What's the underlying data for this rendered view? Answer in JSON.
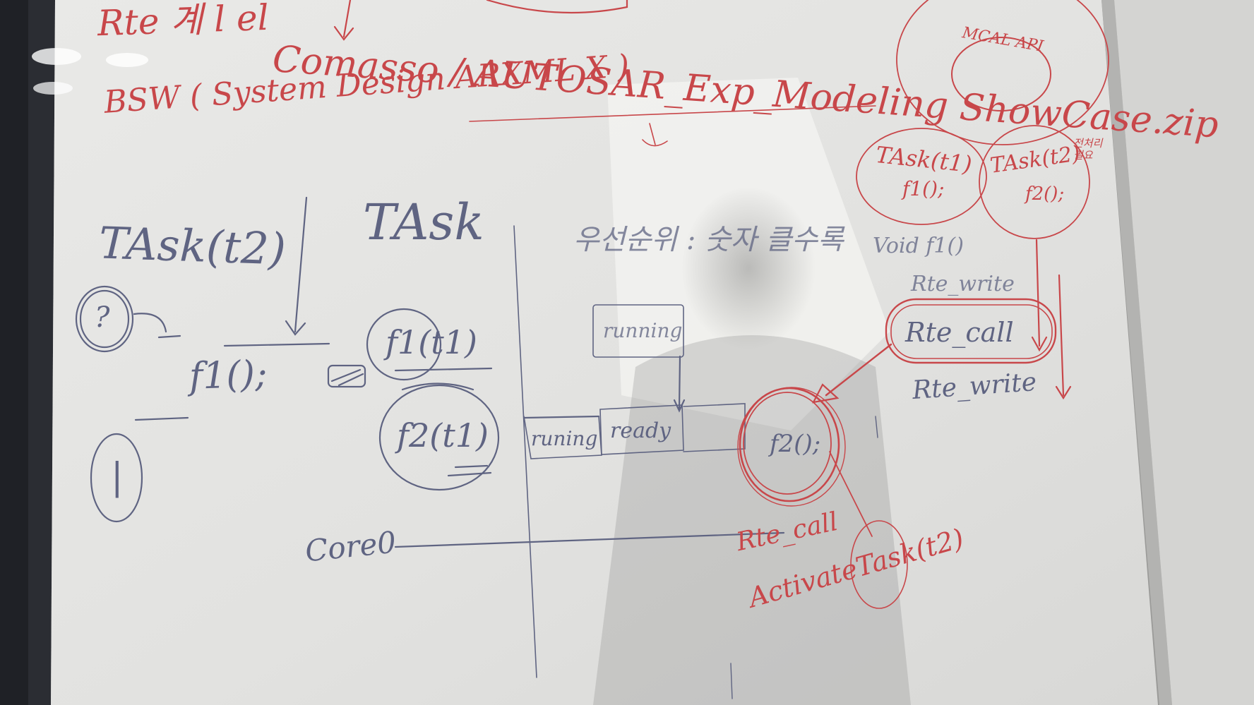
{
  "colors": {
    "red_marker": "#c8474a",
    "blue_marker": "#5f6482",
    "board": "#e6e6e4",
    "frame": "#2b2d33"
  },
  "header": {
    "line1": "Rte 계 l el",
    "line2": "Comasso / AUTOSAR_Exp_Modeling ShowCase.zip",
    "line3": "BSW ( System Design ARXML X )"
  },
  "left": {
    "task_t2": "TAsk(t2)",
    "circle_top": "?",
    "circle_bottom": "|",
    "f1_call": "f1();",
    "task": "TAsk",
    "f1t1": "f1(t1)",
    "f2t1": "f2(t1)",
    "core": "Core0"
  },
  "middle": {
    "priority": "우선순위 : 숫자 클수록",
    "state_running": "running",
    "state_runing": "runing",
    "state_ready": "ready",
    "f2_call": "f2();",
    "rte_call_bottom": "Rte_call",
    "activate_task": "ActivateTask(t2)"
  },
  "right": {
    "mcal_api": "MCAL API",
    "task_t1": "TAsk(t1)",
    "task_t1_body": "f1();",
    "task_t2": "TAsk(t2)",
    "task_t2_body": "f2();",
    "note_right": "전처리 필요",
    "void_f1": "Void f1()",
    "rte_write_top": "Rte_write",
    "rte_call_box": "Rte_call",
    "rte_write_bottom": "Rte_write"
  }
}
